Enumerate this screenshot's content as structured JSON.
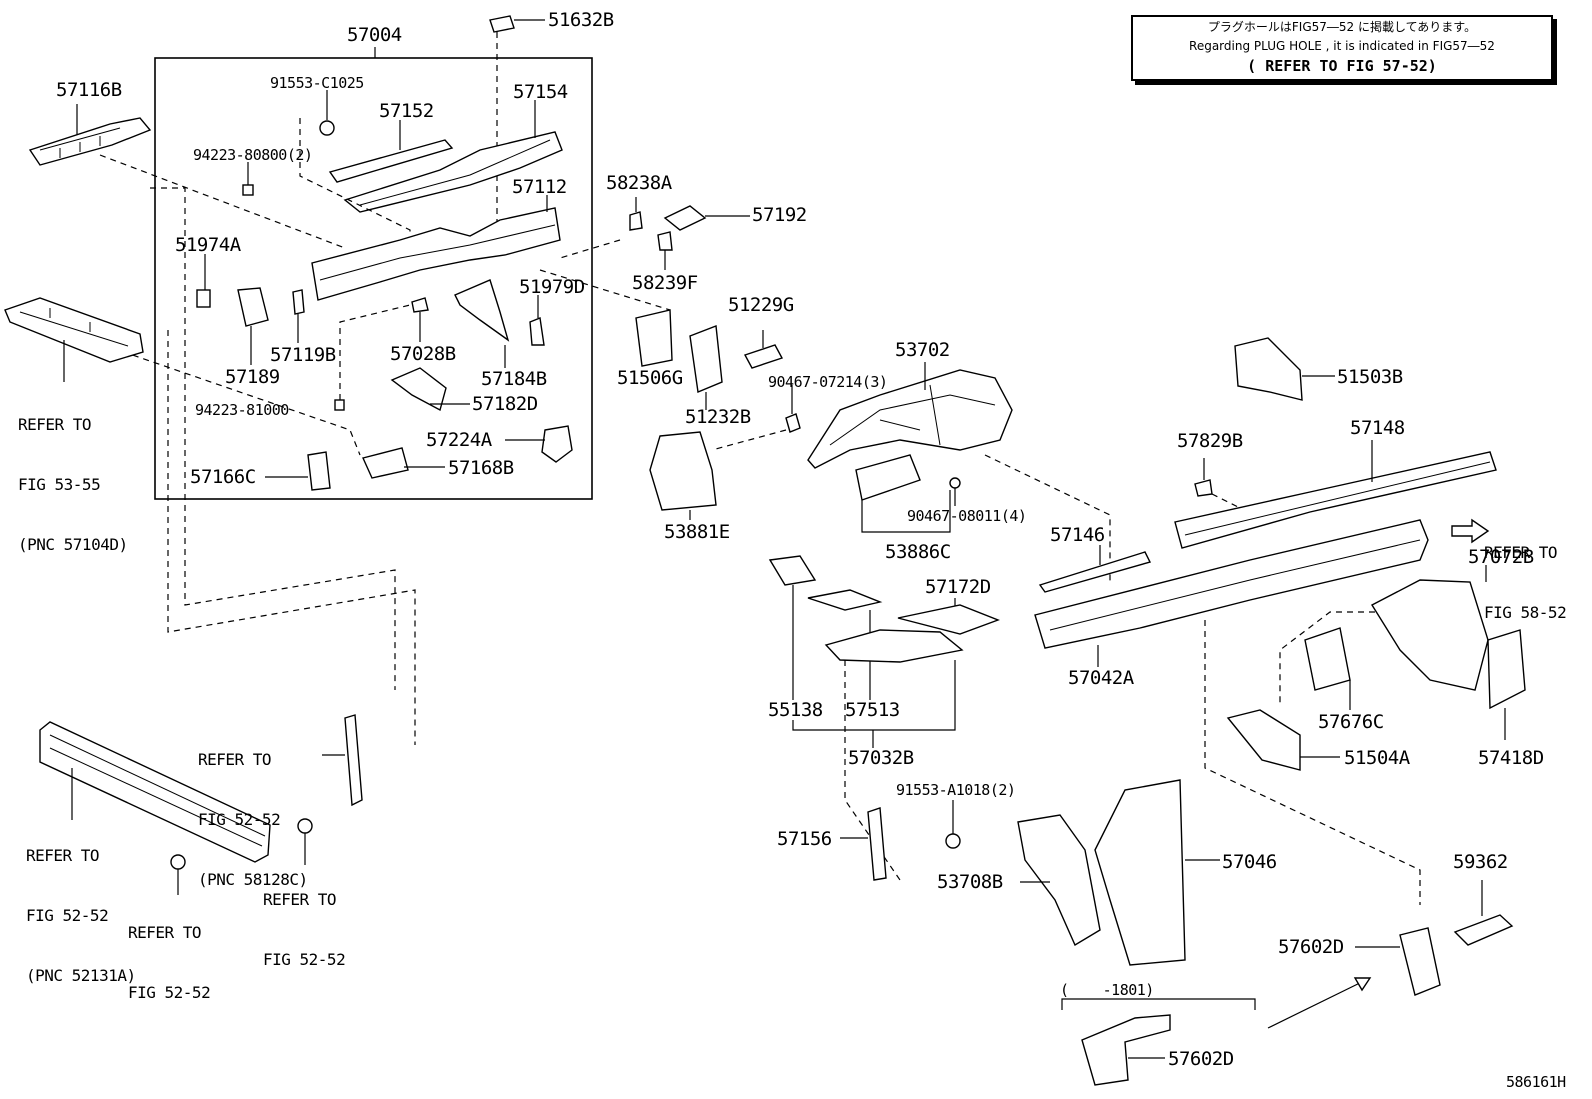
{
  "figure_id": "586161H",
  "note": {
    "line_jp": "プラグホールはFIG57―52 に掲載してあります。",
    "line_en": "Regarding PLUG HOLE , it is indicated in FIG57―52",
    "line_ref": "( REFER TO FIG 57-52)"
  },
  "assembly_label": "57004",
  "part_labels": {
    "p51632B": "51632B",
    "p57116B": "57116B",
    "p91553_C1025": "91553-C1025",
    "p57152": "57152",
    "p57154": "57154",
    "p94223_80800": "94223-80800(2)",
    "p57112": "57112",
    "p58238A": "58238A",
    "p57192": "57192",
    "p51974A": "51974A",
    "p58239F": "58239F",
    "p51979D": "51979D",
    "p51229G": "51229G",
    "p57119B": "57119B",
    "p57028B": "57028B",
    "p57189": "57189",
    "p57184B": "57184B",
    "p51506G": "51506G",
    "p53702": "53702",
    "p90467_07214": "90467-07214(3)",
    "p51503B": "51503B",
    "p94223_81000": "94223-81000",
    "p57182D": "57182D",
    "p51232B": "51232B",
    "p57224A": "57224A",
    "p57829B": "57829B",
    "p57148": "57148",
    "p57166C": "57166C",
    "p57168B": "57168B",
    "p90467_08011": "90467-08011(4)",
    "p53881E": "53881E",
    "p57146": "57146",
    "p53886C": "53886C",
    "p57072B": "57072B",
    "p57172D": "57172D",
    "p57042A": "57042A",
    "p55138": "55138",
    "p57513": "57513",
    "p57676C": "57676C",
    "p57032B": "57032B",
    "p51504A": "51504A",
    "p57418D": "57418D",
    "p91553_A1018": "91553-A1018(2)",
    "p57156": "57156",
    "p57046": "57046",
    "p53708B": "53708B",
    "p59362": "59362",
    "p57602D_a": "57602D",
    "p57602D_b": "57602D",
    "range_note": "(    -1801)"
  },
  "refer_labels": {
    "fig53_55": [
      "REFER TO",
      "FIG 53-55",
      "(PNC 57104D)"
    ],
    "fig52_52_58128C": [
      "REFER TO",
      "FIG 52-52",
      "(PNC 58128C)"
    ],
    "fig52_52_52131A": [
      "REFER TO",
      "FIG 52-52",
      "(PNC 52131A)"
    ],
    "fig52_52_a": [
      "REFER TO",
      "FIG 52-52"
    ],
    "fig52_52_b": [
      "REFER TO",
      "FIG 52-52"
    ],
    "fig58_52": [
      "REFER TO",
      "FIG 58-52"
    ]
  }
}
